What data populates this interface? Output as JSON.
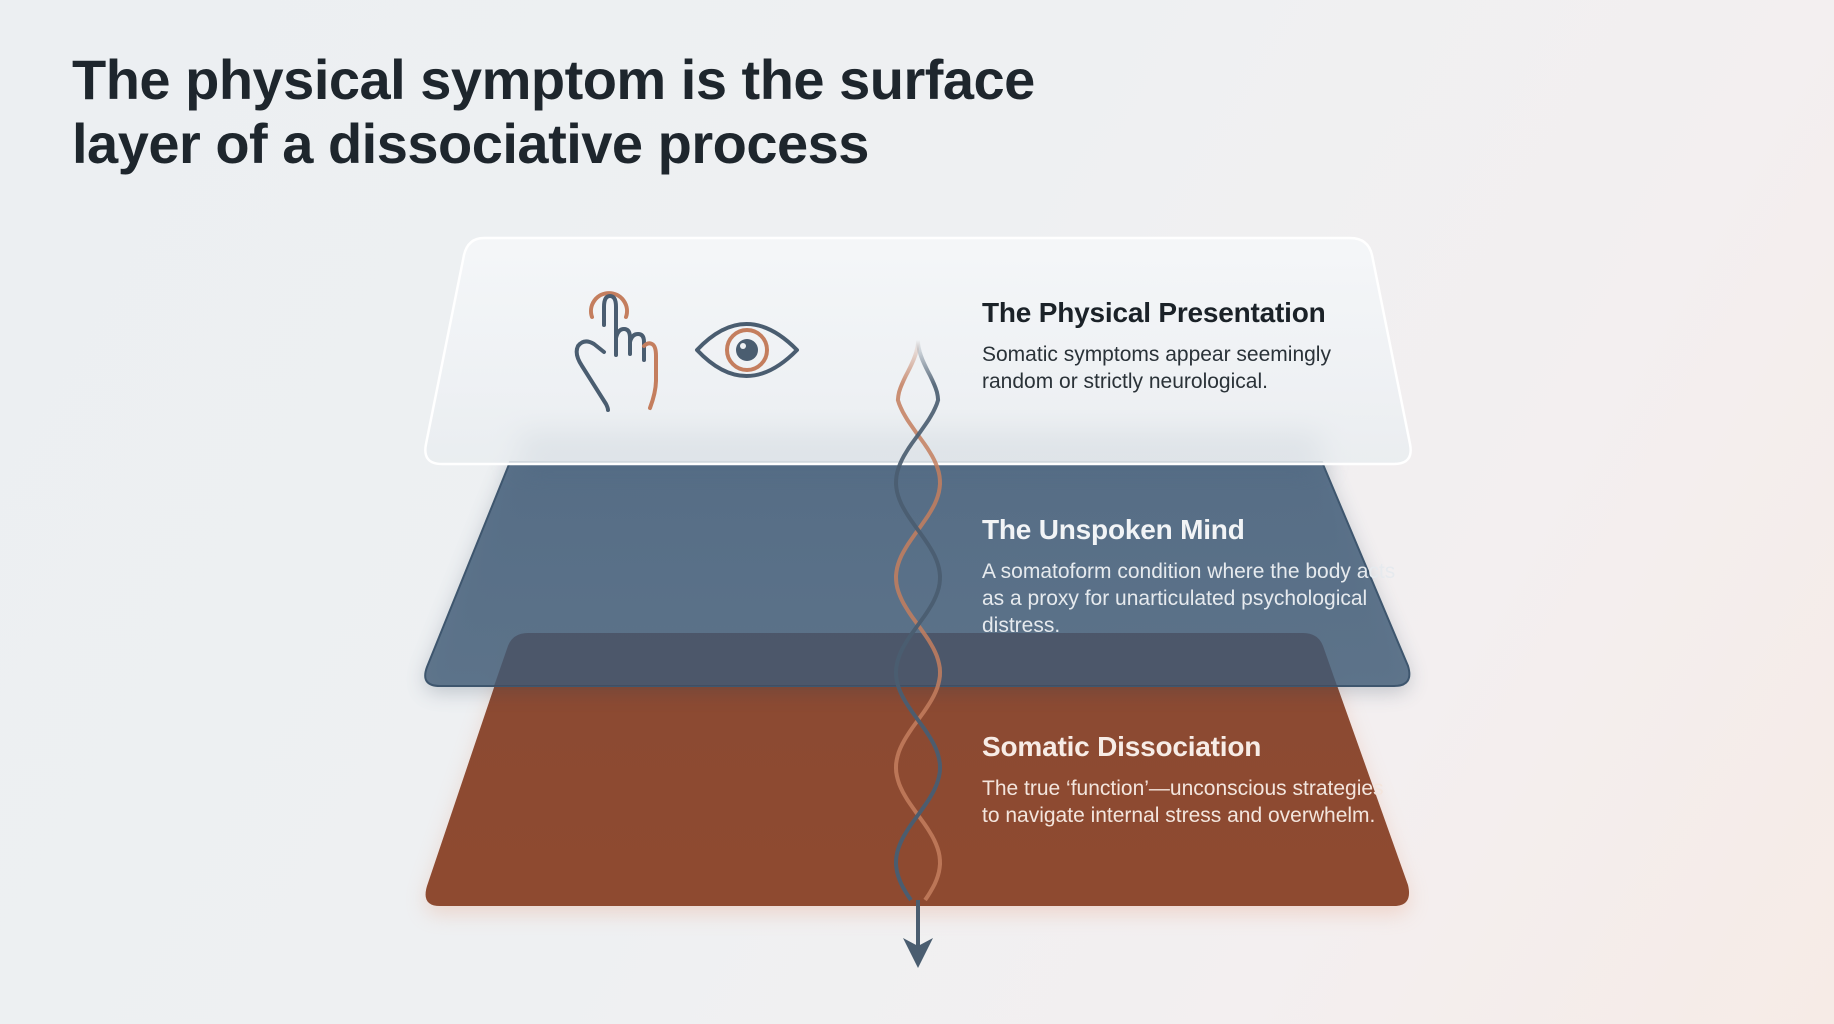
{
  "title": "The physical symptom is the surface layer of a dissociative process",
  "colors": {
    "surface_layer": "#f4f6f8",
    "mind_layer": "#4f6882",
    "dissociation_layer": "#8e4a30",
    "accent_orange": "#c47e5e",
    "accent_slate": "#4a5d70"
  },
  "layers": [
    {
      "id": "surface",
      "heading": "The Physical Presentation",
      "description": "Somatic symptoms appear seemingly random or strictly neurological.",
      "icons": [
        "touch-hand-icon",
        "eye-icon"
      ]
    },
    {
      "id": "mind",
      "heading": "The Unspoken Mind",
      "description": "A somatoform condition where the body acts as a proxy for unarticulated psychological distress."
    },
    {
      "id": "dissociation",
      "heading": "Somatic Dissociation",
      "description": "The true ‘function’—unconscious strategies to navigate internal stress and overwhelm."
    }
  ],
  "connector": {
    "icon": "intertwined-helix-arrow-down-icon",
    "direction": "down"
  }
}
